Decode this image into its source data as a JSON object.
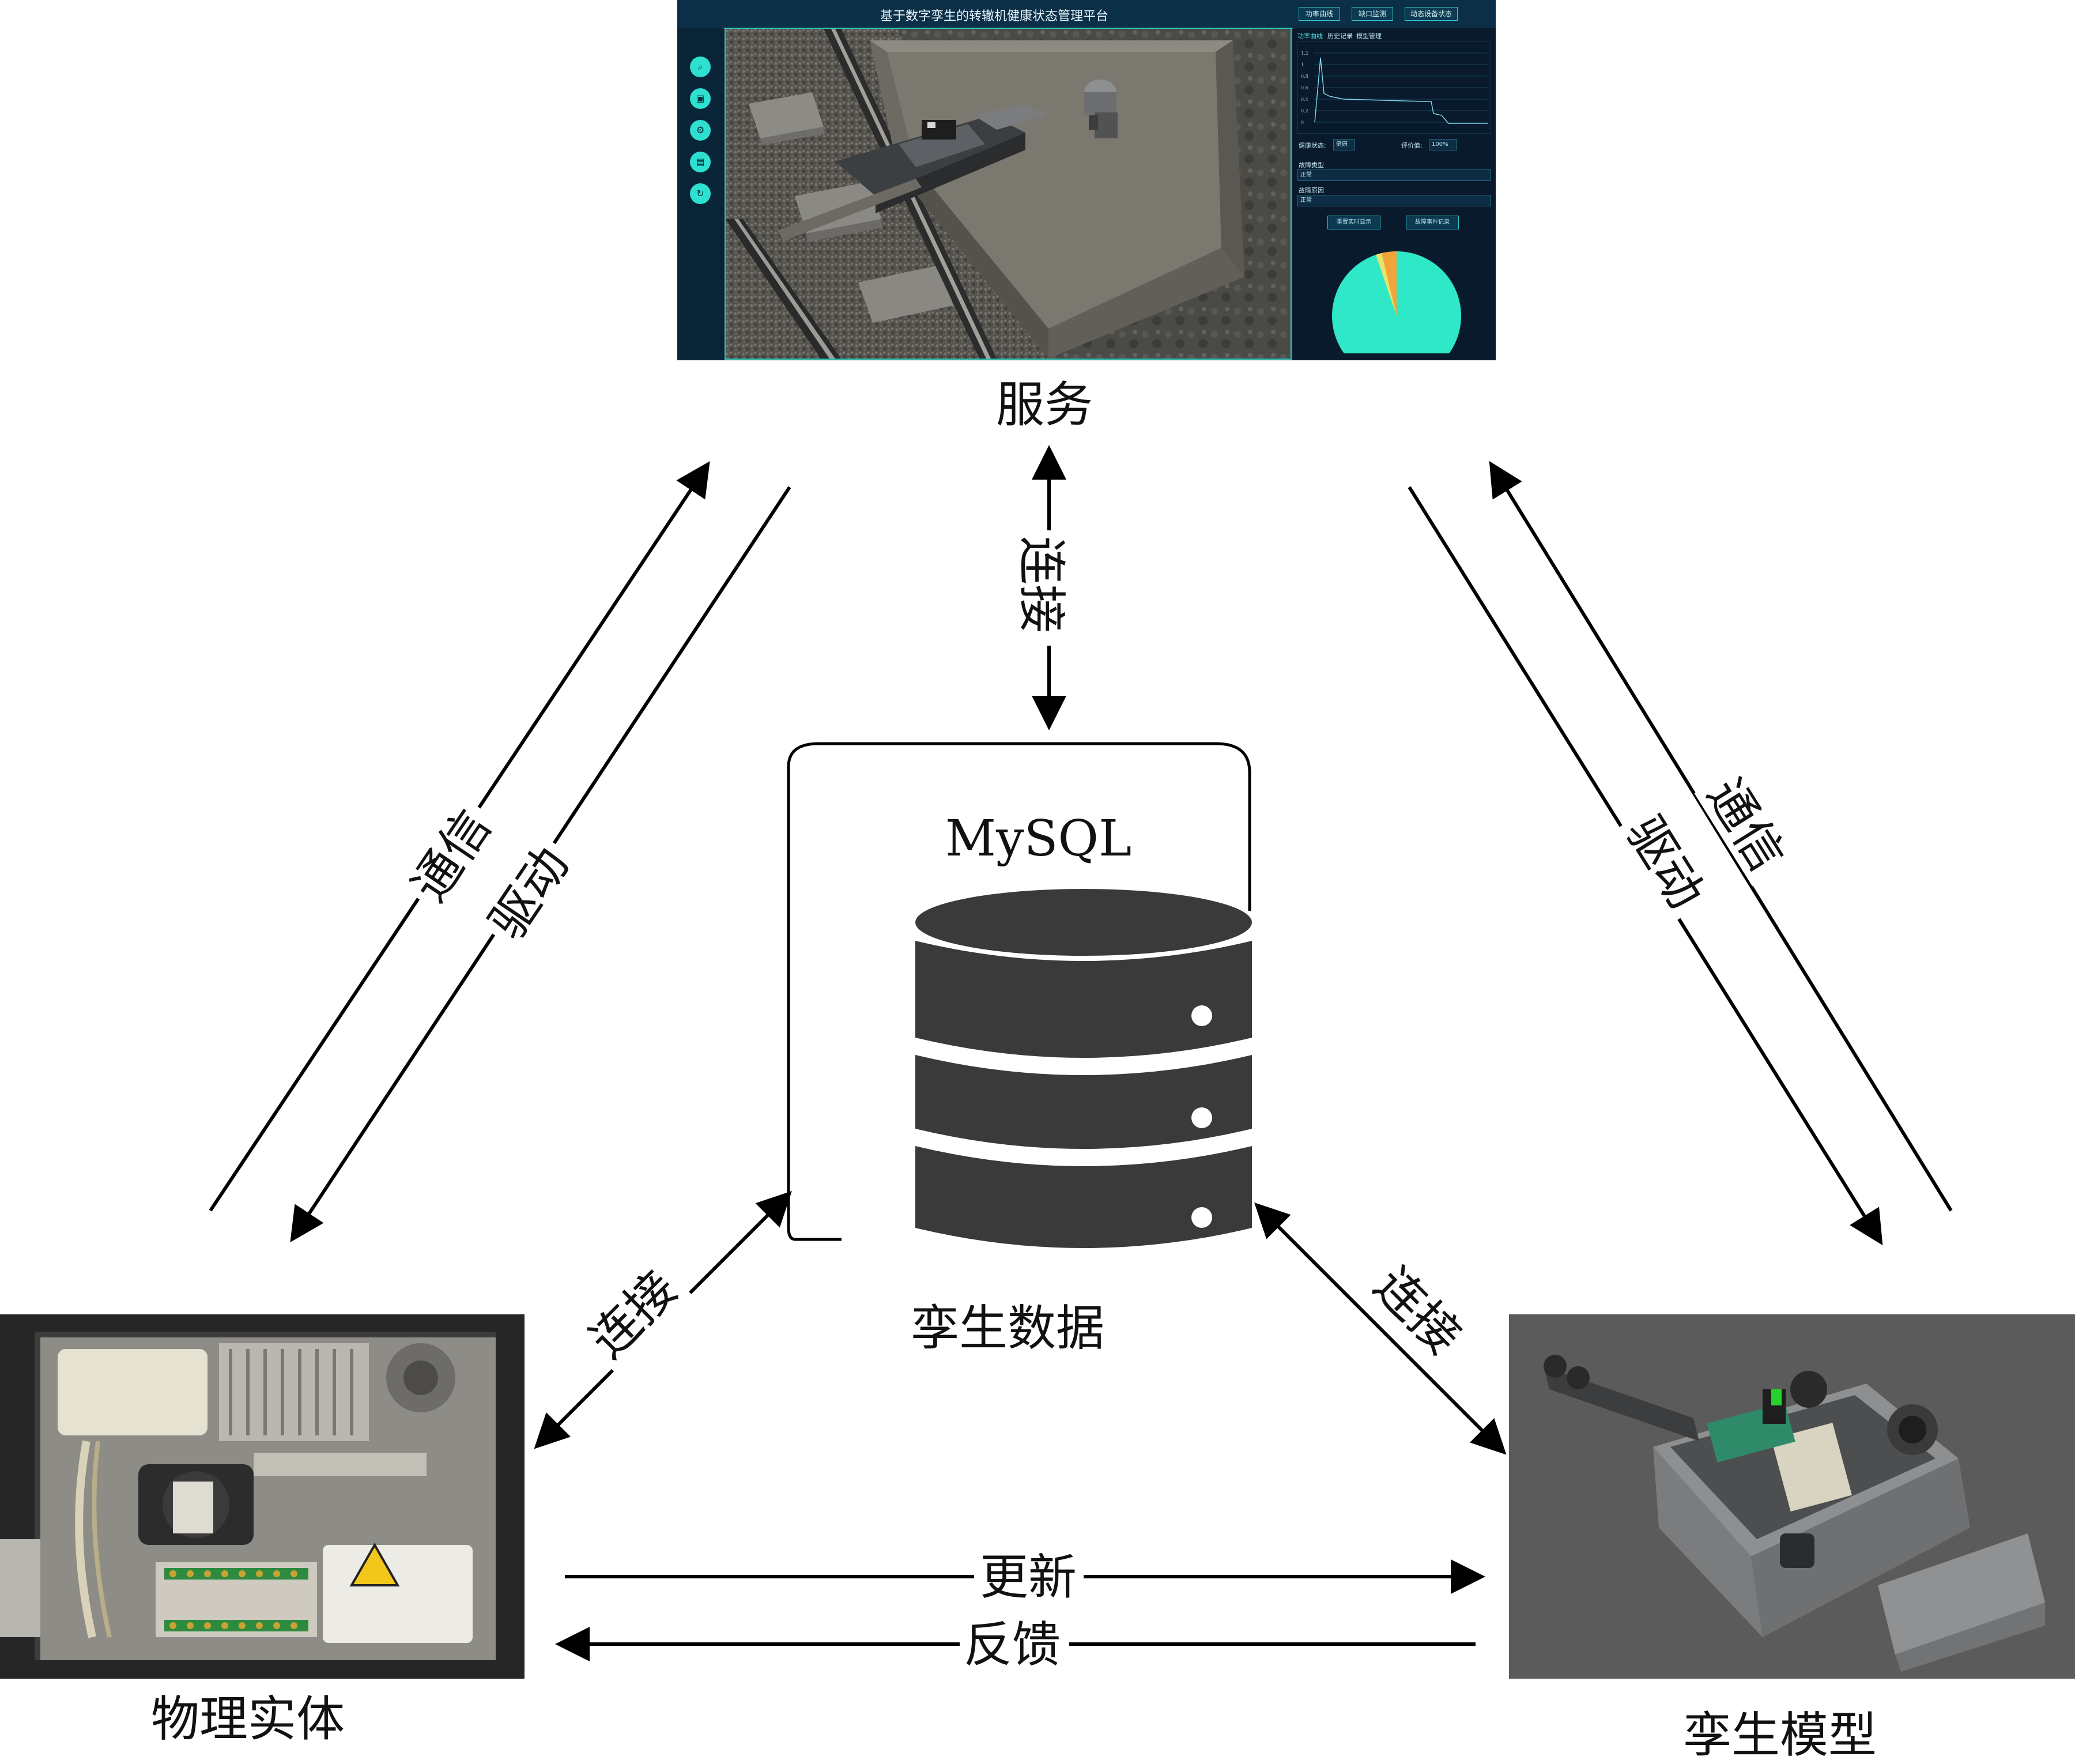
{
  "service": {
    "caption": "服务",
    "panel": {
      "title": "基于数字孪生的转辙机健康状态管理平台",
      "top_buttons": [
        "功率曲线",
        "缺口监测",
        "动态设备状态"
      ],
      "side_icons": [
        "search-icon",
        "lock-icon",
        "gear-icon",
        "image-icon",
        "refresh-icon"
      ],
      "right_tabs": [
        "功率曲线",
        "历史记录",
        "模型管理"
      ],
      "chart_ticks": [
        "1.2",
        "1",
        "0.8",
        "0.6",
        "0.4",
        "0.2",
        "0"
      ],
      "health_label": "健康状态:",
      "health_value": "健康",
      "score_label": "评价值:",
      "score_value": "100%",
      "fault_type_label": "故障类型",
      "fault_type_value": "正常",
      "fault_cause_label": "故障原因",
      "fault_cause_value": "正常",
      "btn_reset": "重置实时显示",
      "btn_record": "故障事件记录"
    }
  },
  "database": {
    "label": "MySQL",
    "caption": "孪生数据"
  },
  "physical": {
    "caption": "物理实体"
  },
  "twin_model": {
    "caption": "孪生模型"
  },
  "links": {
    "connect_top": "连接",
    "connect_left": "连接",
    "connect_right": "连接",
    "comm_left": "通信",
    "drive_left": "驱动",
    "comm_right": "通信",
    "drive_right": "驱动",
    "update": "更新",
    "feedback": "反馈"
  }
}
